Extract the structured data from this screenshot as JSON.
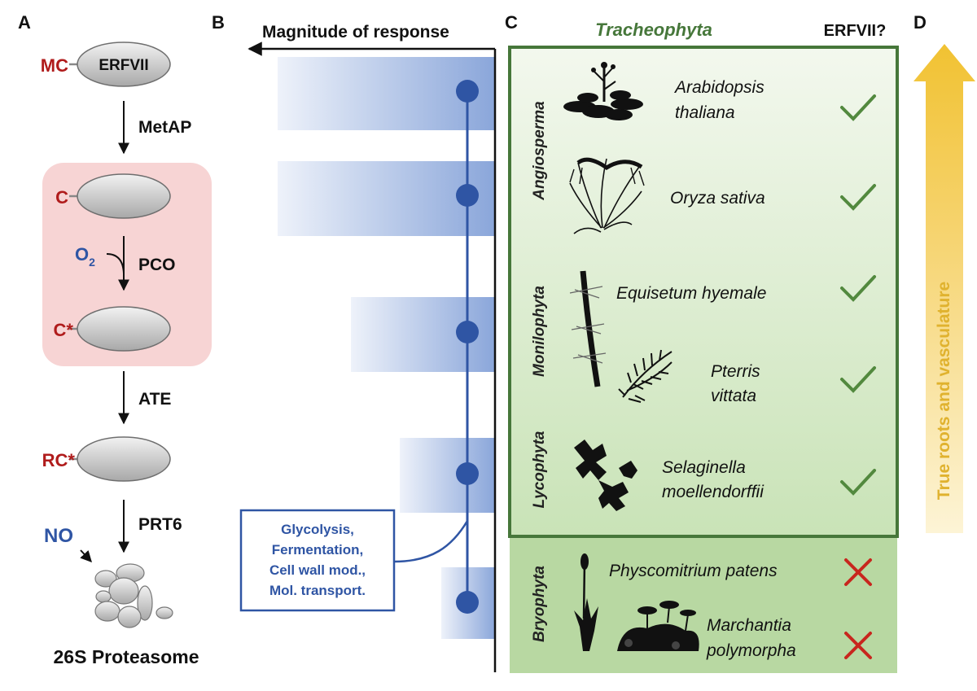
{
  "panels": {
    "a": "A",
    "b": "B",
    "c": "C",
    "d": "D"
  },
  "panel_a": {
    "protein_label": "ERFVII",
    "n_terminus": {
      "step1": "MC",
      "step2": "C",
      "step3": "C*",
      "step4": "RC*"
    },
    "enzymes": {
      "metap": "MetAP",
      "pco": "PCO",
      "ate": "ATE",
      "prt6": "PRT6"
    },
    "oxygen": {
      "base": "O",
      "sub": "2"
    },
    "nitric_oxide": "NO",
    "proteasome": "26S Proteasome"
  },
  "panel_b": {
    "axis_title": "Magnitude of response",
    "callout_lines": [
      "Glycolysis,",
      "Fermentation,",
      "Cell wall mod.,",
      "Mol. transport."
    ],
    "response_magnitudes": [
      {
        "species": "Arabidopsis thaliana",
        "magnitude": 0.89
      },
      {
        "species": "Oryza sativa",
        "magnitude": 0.89
      },
      {
        "species": "Equisetum hyemale / Pterris vittata",
        "magnitude": 0.59
      },
      {
        "species": "Selaginella moellendorffii",
        "magnitude": 0.39
      },
      {
        "species": "Physcomitrium patens / Marchantia polymorpha",
        "magnitude": 0.22
      }
    ]
  },
  "panel_c": {
    "header": "Tracheophyta",
    "erfvii_header": "ERFVII?",
    "groups": {
      "angiosperma": "Angiosperma",
      "monilophyta": "Monilophyta",
      "lycophyta": "Lycophyta",
      "bryophyta": "Bryophyta"
    },
    "species": {
      "arabidopsis": [
        "Arabidopsis",
        "thaliana"
      ],
      "oryza": "Oryza sativa",
      "equisetum": "Equisetum hyemale",
      "pterris": [
        "Pterris",
        "vittata"
      ],
      "selaginella": [
        "Selaginella",
        "moellendorffii"
      ],
      "physcomitrium": "Physcomitrium patens",
      "marchantia": [
        "Marchantia",
        "polymorpha"
      ]
    },
    "erfvii_present": {
      "arabidopsis": true,
      "oryza": true,
      "equisetum": true,
      "pterris": true,
      "selaginella": true,
      "physcomitrium": false,
      "marchantia": false
    }
  },
  "panel_d": {
    "arrow_label": "True roots and vasculature"
  },
  "colors": {
    "dark_red": "#b01c1c",
    "blue": "#2f55a4",
    "green": "#46773a",
    "green_check": "#52893e",
    "red_cross": "#c8261e",
    "gold": "#e0b22e",
    "pink_box": "#f7d4d4"
  }
}
